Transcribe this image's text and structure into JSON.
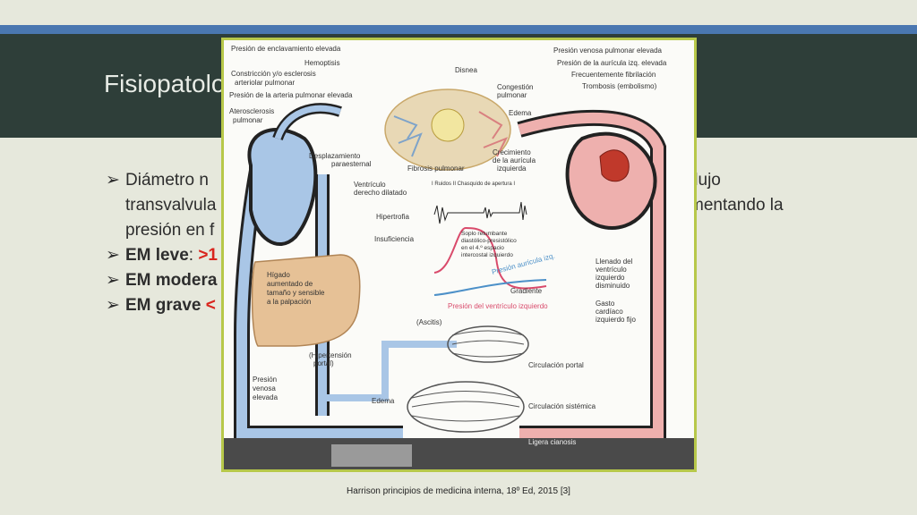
{
  "slide": {
    "title": "Fisiopatolo",
    "bullets": [
      {
        "text_left": "Diámetro n",
        "text_right": "flujo"
      },
      {
        "text_left": "transvalvula",
        "text_right": "mentando la"
      },
      {
        "text_left": "presión en f",
        "text_right": ""
      },
      {
        "prefix": "EM leve",
        "suffix": ": ",
        "red": ">1"
      },
      {
        "prefix": "EM modera",
        "suffix": "",
        "red": ""
      },
      {
        "prefix": "EM grave ",
        "suffix": "",
        "red": "<"
      }
    ],
    "citation": "Harrison principios de medicina interna, 18º Ed, 2015 [3]"
  },
  "figure": {
    "labels": {
      "enclavamiento": "Presión de enclavamiento elevada",
      "hemoptisis": "Hemoptisis",
      "constriccion": "Constricción y/o esclerosis",
      "arteriolar": "arteriolar pulmonar",
      "arteria_pulmonar": "Presión de la arteria pulmonar elevada",
      "aterosclerosis": "Aterosclerosis",
      "pulmonar": "pulmonar",
      "disnea": "Disnea",
      "congestion": "Congestión",
      "congestion2": "pulmonar",
      "edema_top": "Edema",
      "venosa_pulm": "Presión venosa pulmonar elevada",
      "auricula_izq": "Presión de la aurícula izq. elevada",
      "fibrilacion": "Frecuentemente fibrilación",
      "trombosis": "Trombosis (embolismo)",
      "desplazamiento": "Desplazamiento",
      "paraesternal": "paraesternal",
      "fibrosis": "Fibrosis pulmonar",
      "crecimiento": "Crecimiento",
      "crecimiento2": "de la aurícula",
      "crecimiento3": "izquierda",
      "ventriculo_der": "Ventrículo",
      "ventriculo_der2": "derecho dilatado",
      "hipertrofia": "Hipertrofia",
      "insuficiencia": "Insuficiencia",
      "ruidos": "I Ruidos II Chasquido de apertura I",
      "soplo": "Soplo retumbante",
      "soplo2": "diastólico-presistólico",
      "soplo3": "en el 4.º espacio",
      "soplo4": "intercostal izquierdo",
      "presion_auricula": "Presión aurícula izq.",
      "gradiente": "Gradiente",
      "presion_ventriculo": "Presión del ventrículo izquierdo",
      "higado": "Hígado",
      "higado2": "aumentado de",
      "higado3": "tamaño y sensible",
      "higado4": "a la palpación",
      "llenado": "Llenado del",
      "llenado2": "ventrículo",
      "llenado3": "izquierdo",
      "llenado4": "disminuido",
      "gasto": "Gasto",
      "gasto2": "cardíaco",
      "gasto3": "izquierdo fijo",
      "ascitis": "(Ascitis)",
      "hipertension": "(Hipertensión",
      "hipertension2": "portal)",
      "circ_portal": "Circulación portal",
      "presion_venosa": "Presión",
      "presion_venosa2": "venosa",
      "presion_venosa3": "elevada",
      "edema_bottom": "Edema",
      "circ_sistemica": "Circulación sistémica",
      "cianosis": "Ligera cianosis"
    }
  }
}
